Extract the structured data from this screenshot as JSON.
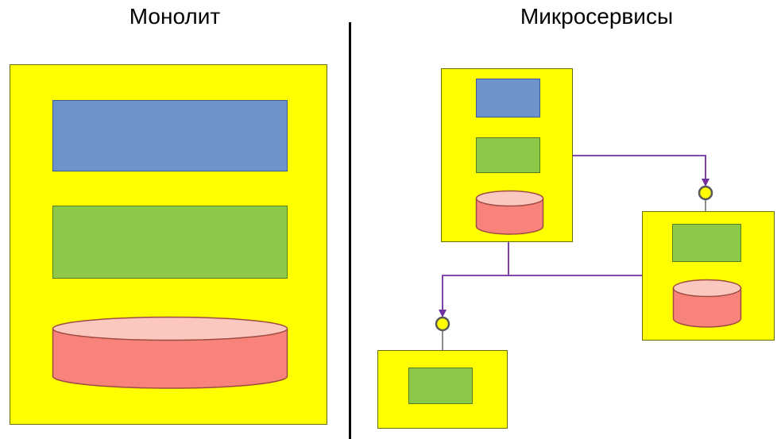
{
  "colors": {
    "canvas-bg": "#ffffff",
    "title-color": "#000000",
    "divider": "#000000",
    "container-fill": "#ffff00",
    "container-stroke": "#6e6e00",
    "ui-fill": "#6d93cc",
    "ui-stroke": "#3d5e95",
    "logic-fill": "#8ec849",
    "logic-stroke": "#55801f",
    "db-fill": "#f8837a",
    "db-top-fill": "#fac8bf",
    "db-stroke": "#9e4b42",
    "connector": "#7030a0",
    "lollipop-fill": "#ffff00",
    "lollipop-stroke": "#595959",
    "stick": "#7f7f7f"
  },
  "diagram": {
    "monolith": {
      "title": "Монолит",
      "container": "yellow-box",
      "layers": [
        {
          "name": "blue-rectangle",
          "shape": "rectangle"
        },
        {
          "name": "green-rectangle",
          "shape": "rectangle"
        },
        {
          "name": "database-cylinder",
          "shape": "cylinder"
        }
      ]
    },
    "microservices": {
      "title": "Микросервисы",
      "services": [
        {
          "id": "service-1",
          "parts": [
            "blue-rectangle",
            "green-rectangle",
            "database-cylinder"
          ]
        },
        {
          "id": "service-2",
          "parts": [
            "green-rectangle",
            "database-cylinder"
          ]
        },
        {
          "id": "service-3",
          "parts": [
            "green-rectangle"
          ]
        }
      ],
      "connections": [
        {
          "from": "service-1",
          "to": "service-2",
          "via": "interface-lollipop"
        },
        {
          "from": "service-1",
          "to": "service-3",
          "via": "interface-lollipop"
        },
        {
          "from": "service-2",
          "to": "service-3",
          "via": "interface-lollipop"
        }
      ]
    }
  }
}
